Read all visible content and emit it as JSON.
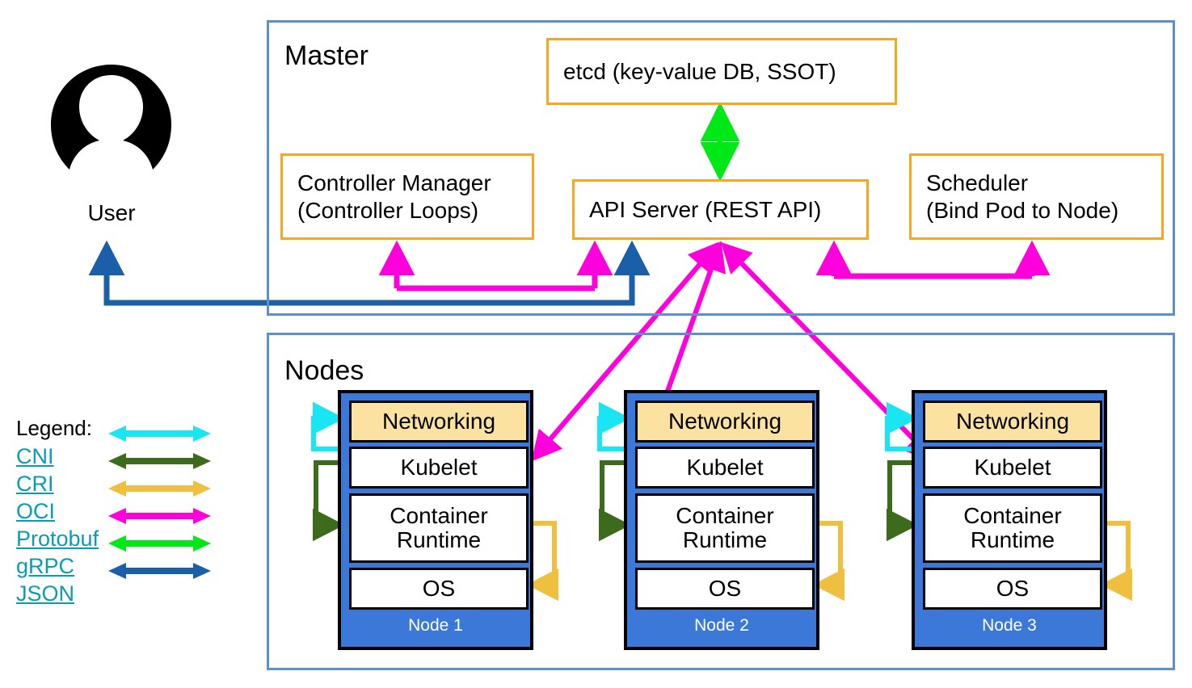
{
  "diagram": {
    "title_master": "Master",
    "title_nodes": "Nodes",
    "user_label": "User",
    "user_icon": "user-avatar-icon"
  },
  "master": {
    "etcd": "etcd (key-value DB, SSOT)",
    "controller_manager": "Controller Manager\n(Controller Loops)",
    "api_server": "API Server (REST API)",
    "scheduler": "Scheduler\n(Bind Pod to Node)"
  },
  "nodes": [
    {
      "name": "Node 1",
      "layers": {
        "networking": "Networking",
        "kubelet": "Kubelet",
        "runtime": "Container\nRuntime",
        "os": "OS"
      }
    },
    {
      "name": "Node 2",
      "layers": {
        "networking": "Networking",
        "kubelet": "Kubelet",
        "runtime": "Container\nRuntime",
        "os": "OS"
      }
    },
    {
      "name": "Node 3",
      "layers": {
        "networking": "Networking",
        "kubelet": "Kubelet",
        "runtime": "Container\nRuntime",
        "os": "OS"
      }
    }
  ],
  "legend": {
    "title": "Legend:",
    "items": [
      {
        "label": "CNI",
        "color": "#1ae5f2"
      },
      {
        "label": "CRI",
        "color": "#3d6b1c"
      },
      {
        "label": "OCI",
        "color": "#efbf3f"
      },
      {
        "label": "Protobuf",
        "color": "#ff00dd"
      },
      {
        "label": "gRPC",
        "color": "#00e815"
      },
      {
        "label": "JSON",
        "color": "#1a5fa8"
      }
    ]
  },
  "colors": {
    "group_border": "#5b8fd0",
    "component_border": "#f5a623",
    "node_fill": "#3c78d8",
    "networking_fill": "#fbe2a0",
    "legend_link": "#0b9cb0"
  }
}
